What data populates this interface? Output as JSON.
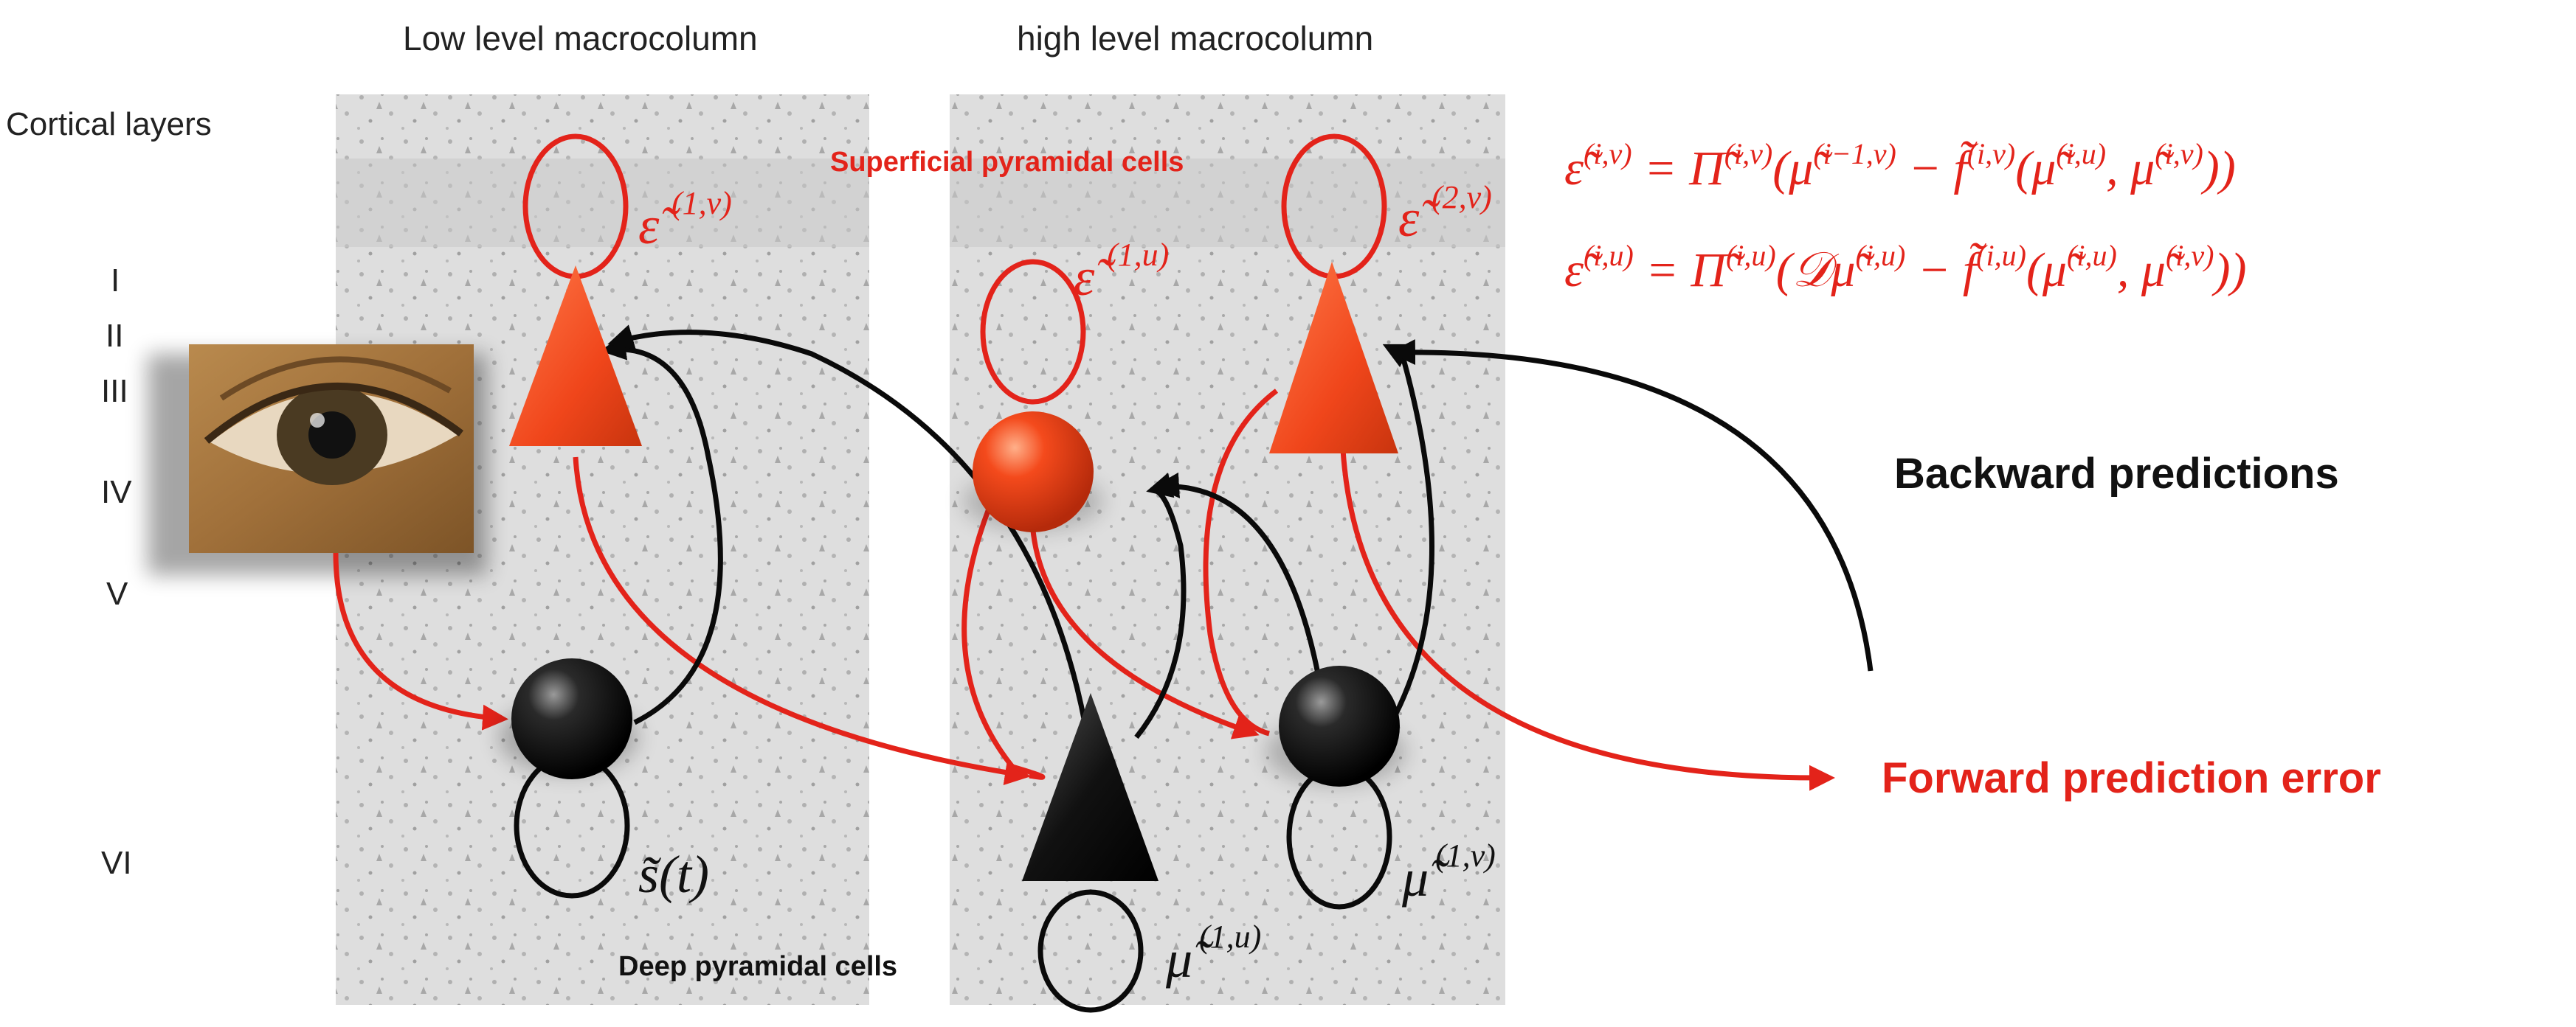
{
  "column_titles": {
    "low": "Low level macrocolumn",
    "high": "high level macrocolumn"
  },
  "cortical_layers": {
    "heading": "Cortical layers",
    "labels": [
      "I",
      "II",
      "III",
      "IV",
      "V",
      "VI"
    ]
  },
  "cell_labels": {
    "superficial": "Superficial pyramidal cells",
    "deep": "Deep pyramidal cells"
  },
  "arrow_labels": {
    "backward": "Backward predictions",
    "forward": "Forward prediction error"
  },
  "node_labels": {
    "eps_1v": "ε̃",
    "eps_1v_sup": "(1,v)",
    "eps_1u": "ε̃",
    "eps_1u_sup": "(1,u)",
    "eps_2v": "ε̃",
    "eps_2v_sup": "(2,v)",
    "s_t": "s̃(t)",
    "mu_1u": "μ̃",
    "mu_1u_sup": "(1,u)",
    "mu_1v": "μ̃",
    "mu_1v_sup": "(1,v)"
  },
  "equations": {
    "eq1_lhs": "ε̃",
    "eq1_lhs_sup": "(i,v)",
    "eq1_rhs_a": " = Π̃",
    "eq1_rhs_a_sup": "(i,v)",
    "eq1_rhs_b": "(μ̃",
    "eq1_rhs_b_sup": "(i−1,v)",
    "eq1_rhs_c": " − f̃",
    "eq1_rhs_c_sup": "(i,v)",
    "eq1_rhs_d": "(μ̃",
    "eq1_rhs_d_sup": "(i,u)",
    "eq1_rhs_e": ", μ̃",
    "eq1_rhs_e_sup": "(i,v)",
    "eq1_rhs_f": "))",
    "eq2_lhs": "ε̃",
    "eq2_lhs_sup": "(i,u)",
    "eq2_rhs_a": " = Π̃",
    "eq2_rhs_a_sup": "(i,u)",
    "eq2_rhs_b": "(𝒟μ̃",
    "eq2_rhs_b_sup": "(i,u)",
    "eq2_rhs_c": " − f̃",
    "eq2_rhs_c_sup": "(i,u)",
    "eq2_rhs_d": "(μ̃",
    "eq2_rhs_d_sup": "(i,u)",
    "eq2_rhs_e": ", μ̃",
    "eq2_rhs_e_sup": "(i,v)",
    "eq2_rhs_f": "))"
  },
  "colors": {
    "red": "#e3231a",
    "orange_fill": "#f0461b",
    "black": "#0a0a0a",
    "panel": "#dcdcdc"
  }
}
